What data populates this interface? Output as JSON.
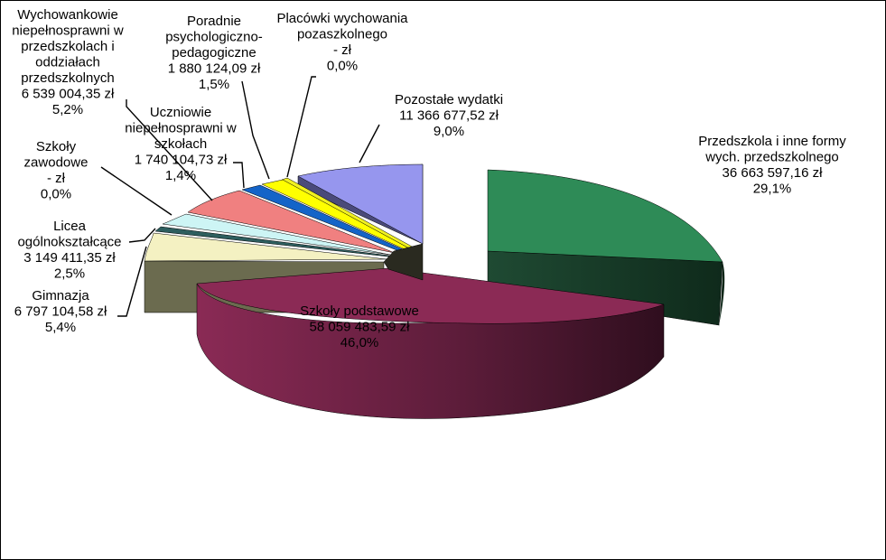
{
  "chart_data": {
    "type": "pie",
    "style": "3d-exploded",
    "currency": "zł",
    "slices": [
      {
        "name": "Przedszkola i inne formy wych. przedszkolnego",
        "label_lines": [
          "Przedszkola  i inne formy",
          "wych. przedszkolnego"
        ],
        "amount": "36 663 597,16 zł",
        "percent_label": "29,1%",
        "value": 29.1,
        "color": "#2e8b57"
      },
      {
        "name": "Szkoły podstawowe",
        "label_lines": [
          "Szkoły podstawowe"
        ],
        "amount": "58 059 483,59 zł",
        "percent_label": "46,0%",
        "value": 46.0,
        "color": "#8b2a55"
      },
      {
        "name": "Gimnazja",
        "label_lines": [
          "Gimnazja"
        ],
        "amount": "6 797 104,58 zł",
        "percent_label": "5,4%",
        "value": 5.4,
        "color": "#6e6e52"
      },
      {
        "name": "Licea ogólnokształcące",
        "label_lines": [
          "Licea",
          "ogólnokształcące"
        ],
        "amount": "3 149 411,35 zł",
        "percent_label": "2,5%",
        "value": 2.5,
        "color": "#f4f1c2"
      },
      {
        "name": "Szkoły zawodowe",
        "label_lines": [
          "Szkoły",
          "zawodowe"
        ],
        "amount": "-  zł",
        "percent_label": "0,0%",
        "value": 0.0,
        "color": "#2e5e5e"
      },
      {
        "name": "Uczniowie niepełnosprawni w szkołach",
        "label_lines": [
          "Uczniowie",
          "niepełnosprawni  w",
          "szkołach"
        ],
        "amount": "1 740 104,73 zł",
        "percent_label": "1,4%",
        "value": 1.4,
        "color": "#cdf5f5"
      },
      {
        "name": "Wychowankowie niepełnosprawni w przedszkolach i oddziałach przedszkolnych",
        "label_lines": [
          "Wychowankowie",
          "niepełnosprawni  w",
          "przedszkolach  i",
          "oddziałach",
          "przedszkolnych"
        ],
        "amount": "6 539 004,35 zł",
        "percent_label": "5,2%",
        "value": 5.2,
        "color": "#f08080"
      },
      {
        "name": "Poradnie psychologiczno-pedagogiczne",
        "label_lines": [
          "Poradnie",
          "psychologiczno-",
          "pedagogiczne"
        ],
        "amount": "1 880 124,09 zł",
        "percent_label": "1,5%",
        "value": 1.5,
        "color": "#1464c8"
      },
      {
        "name": "Placówki wychowania pozaszkolnego",
        "label_lines": [
          "Placówki wychowania",
          "pozaszkolnego"
        ],
        "amount": "-   zł",
        "percent_label": "0,0%",
        "value": 0.0,
        "color": "#f0f020"
      },
      {
        "name": "Pozostałe wydatki",
        "label_lines": [
          "Pozostałe  wydatki"
        ],
        "amount": "11 366 677,52 zł",
        "percent_label": "9,0%",
        "value": 9.0,
        "color": "#9696ee"
      }
    ]
  }
}
